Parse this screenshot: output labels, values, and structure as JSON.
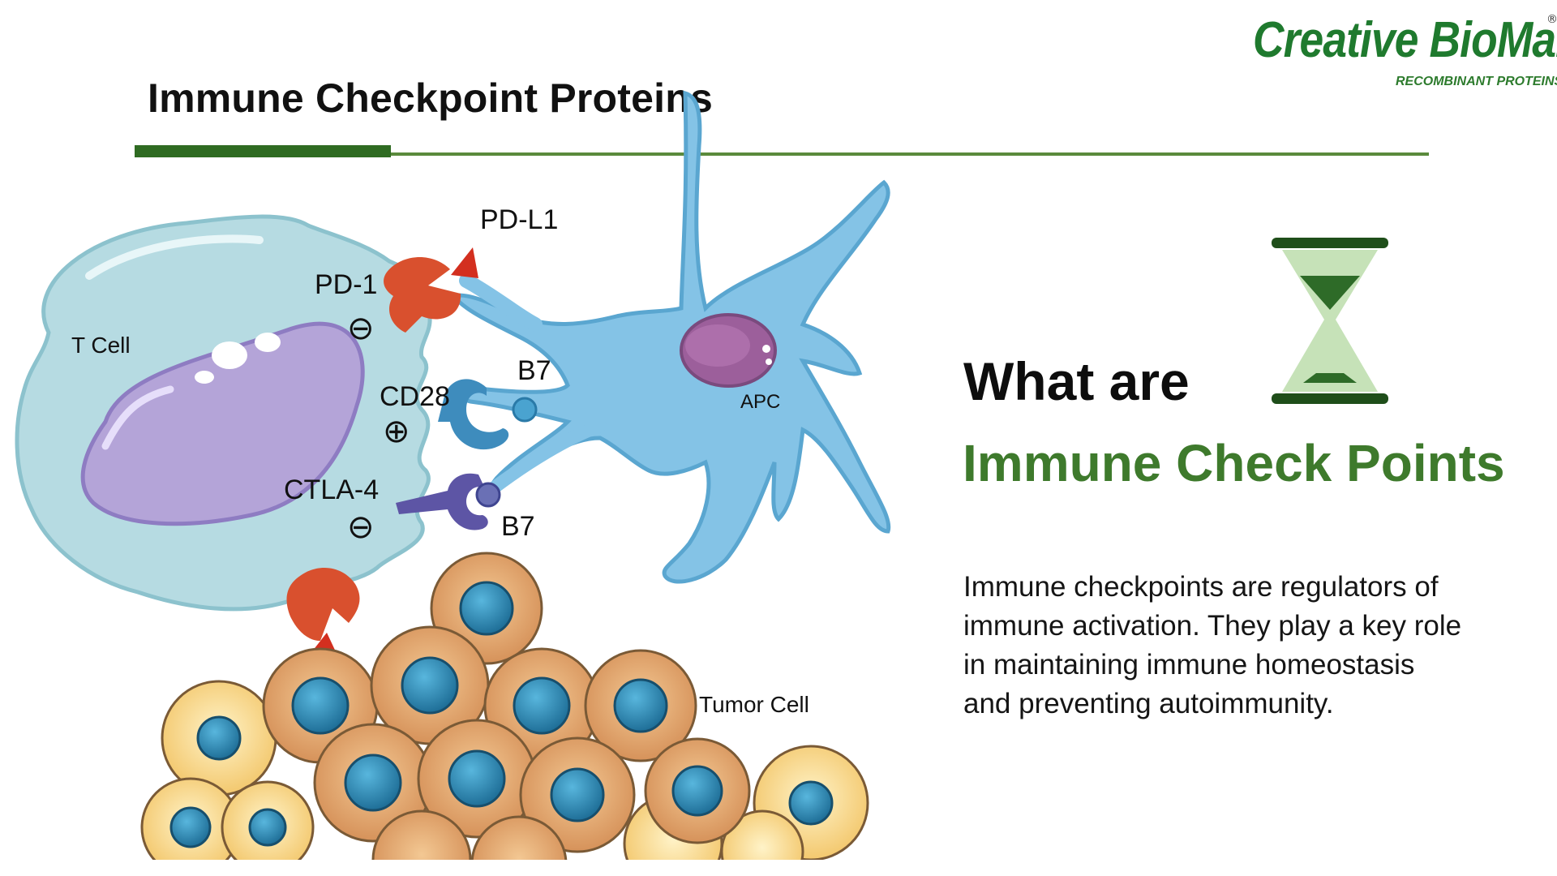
{
  "header": {
    "title": "Immune Checkpoint Proteins"
  },
  "logo": {
    "name": "Creative BioMart",
    "registered": "®",
    "tagline": "RECOMBINANT PROTEINS"
  },
  "diagram": {
    "labels": {
      "pdl1": "PD-L1",
      "pd1": "PD-1",
      "t_cell": "T Cell",
      "b7_top": "B7",
      "cd28": "CD28",
      "apc": "APC",
      "ctla4": "CTLA-4",
      "b7_bottom": "B7",
      "tumor_cell": "Tumor Cell"
    },
    "signs": {
      "pd1": "⊖",
      "cd28": "⊕",
      "ctla4": "⊖"
    }
  },
  "content": {
    "question_line1": "What are",
    "question_line2": "Immune Check Points",
    "description": "Immune checkpoints are regulators of immune activation. They play a key role in maintaining immune homeostasis and preventing autoimmunity."
  },
  "colors": {
    "accent_green": "#3e7a2c",
    "rule_dark": "#2f6b22",
    "t_cell": "#a8d4dc",
    "nucleus": "#b3a3d6",
    "apc": "#7cbfe3",
    "pd1_red": "#d9502e",
    "tumor_orange": "#e0a46a",
    "tumor_core": "#2b86b2"
  },
  "icons": [
    "hourglass-icon",
    "minus-circle-icon",
    "plus-circle-icon"
  ]
}
